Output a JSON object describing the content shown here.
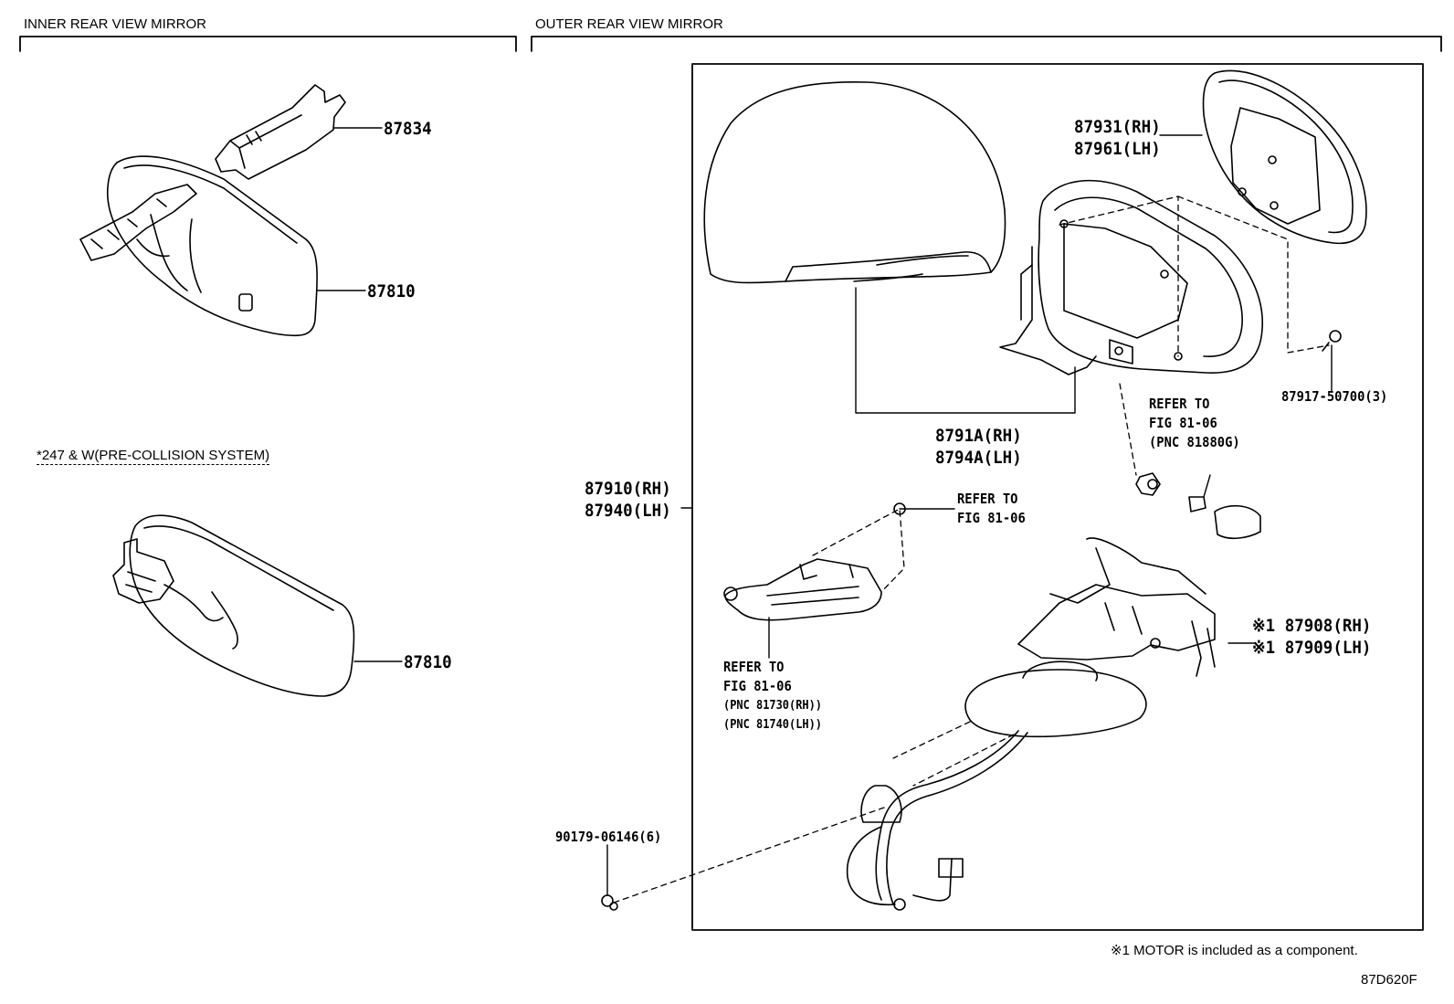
{
  "sections": {
    "inner_title": "INNER REAR VIEW MIRROR",
    "outer_title": "OUTER REAR VIEW MIRROR",
    "variant_note": "*247 & W(PRE-COLLISION SYSTEM)"
  },
  "parts": {
    "p87834": "87834",
    "p87810_a": "87810",
    "p87810_b": "87810",
    "p87931": "87931(RH)",
    "p87961": "87961(LH)",
    "p8791A": "8791A(RH)",
    "p8794A": "8794A(LH)",
    "p87917": "87917-50700(3)",
    "p87910": "87910(RH)",
    "p87940": "87940(LH)",
    "p87908": "※1 87908(RH)",
    "p87909": "※1 87909(LH)",
    "p90179": "90179-06146(6)"
  },
  "refs": {
    "ref1": [
      "REFER TO",
      "FIG 81-06",
      "(PNC 81880G)"
    ],
    "ref2": [
      "REFER TO",
      "FIG 81-06"
    ],
    "ref3": [
      "REFER TO",
      "FIG 81-06",
      "(PNC 81730(RH))",
      "(PNC 81740(LH))"
    ]
  },
  "footnote": "※1 MOTOR is included as a component.",
  "figure_code": "87D620F"
}
